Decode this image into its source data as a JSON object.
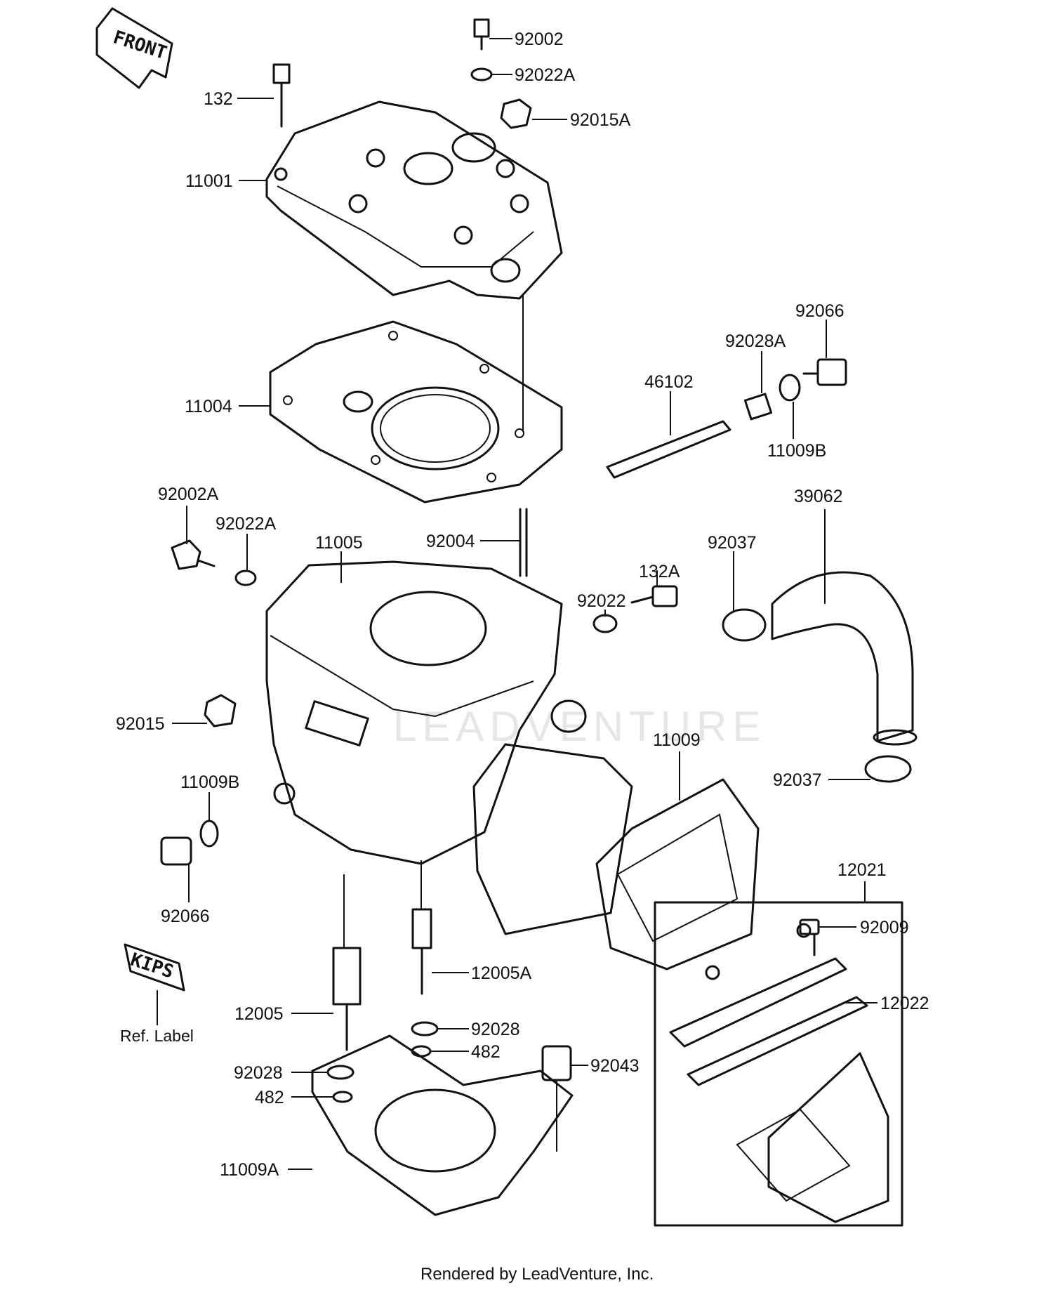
{
  "front_badge": "FRONT",
  "kips_badge": "KIPS",
  "ref_label": "Ref. Label",
  "watermark": "LEADVENTURE",
  "footer": "Rendered by LeadVenture, Inc.",
  "callouts": {
    "p92002": "92002",
    "p92022A": "92022A",
    "p132": "132",
    "p92015A": "92015A",
    "p11001": "11001",
    "p92066_top": "92066",
    "p92028A": "92028A",
    "p46102": "46102",
    "p11004": "11004",
    "p11009B_top": "11009B",
    "p39062": "39062",
    "p92002A": "92002A",
    "p92022A_left": "92022A",
    "p11005": "11005",
    "p92004": "92004",
    "p92037_top": "92037",
    "p132A": "132A",
    "p92022": "92022",
    "p92015": "92015",
    "p11009": "11009",
    "p92037_bot": "92037",
    "p11009B_left": "11009B",
    "p92066_left": "92066",
    "p12021": "12021",
    "p92009": "92009",
    "p12005A": "12005A",
    "p12022": "12022",
    "p12005": "12005",
    "p92028_mid": "92028",
    "p482_mid": "482",
    "p92043": "92043",
    "p92028_left": "92028",
    "p482_left": "482",
    "p11009A": "11009A"
  }
}
